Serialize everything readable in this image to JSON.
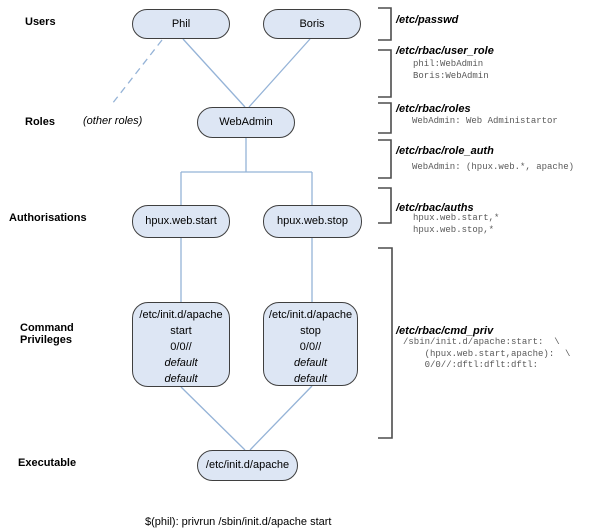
{
  "labels": {
    "users": "Users",
    "roles": "Roles",
    "other_roles": "(other roles)",
    "authorisations": "Authorisations",
    "command_privileges_line1": "Command",
    "command_privileges_line2": "Privileges",
    "executable": "Executable"
  },
  "nodes": {
    "phil": "Phil",
    "boris": "Boris",
    "webadmin": "WebAdmin",
    "auth_start": "hpux.web.start",
    "auth_stop": "hpux.web.stop",
    "cmd_start": {
      "lines": [
        "/etc/init.d/apache",
        "start",
        "0/0//",
        "default",
        "default"
      ]
    },
    "cmd_stop": {
      "lines": [
        "/etc/init.d/apache",
        "stop",
        "0/0//",
        "default",
        "default"
      ]
    },
    "executable": "/etc/init.d/apache"
  },
  "files": {
    "passwd": {
      "name": "/etc/passwd"
    },
    "user_role": {
      "name": "/etc/rbac/user_role",
      "entries": [
        "phil:WebAdmin",
        "Boris:WebAdmin"
      ]
    },
    "roles": {
      "name": "/etc/rbac/roles",
      "entries": [
        "WebAdmin: Web Administartor"
      ]
    },
    "role_auth": {
      "name": "/etc/rbac/role_auth",
      "entries": [
        "WebAdmin: (hpux.web.*, apache)"
      ]
    },
    "auths": {
      "name": "/etc/rbac/auths",
      "entries": [
        "hpux.web.start,*",
        "hpux.web.stop,*"
      ]
    },
    "cmd_priv": {
      "name": "/etc/rbac/cmd_priv",
      "entries": [
        "/sbin/init.d/apache:start:  \\",
        "    (hpux.web.start,apache):  \\",
        "    0/0//:dftl:dflt:dftl:"
      ]
    }
  },
  "caption": "$(phil): privrun /sbin/init.d/apache start",
  "colors": {
    "node-fill": "#dde6f4",
    "node-border": "#3f3f3f",
    "connector": "#95b3d7",
    "bracket": "#4d4d4d",
    "mono-text": "#595959",
    "text": "#000000"
  }
}
